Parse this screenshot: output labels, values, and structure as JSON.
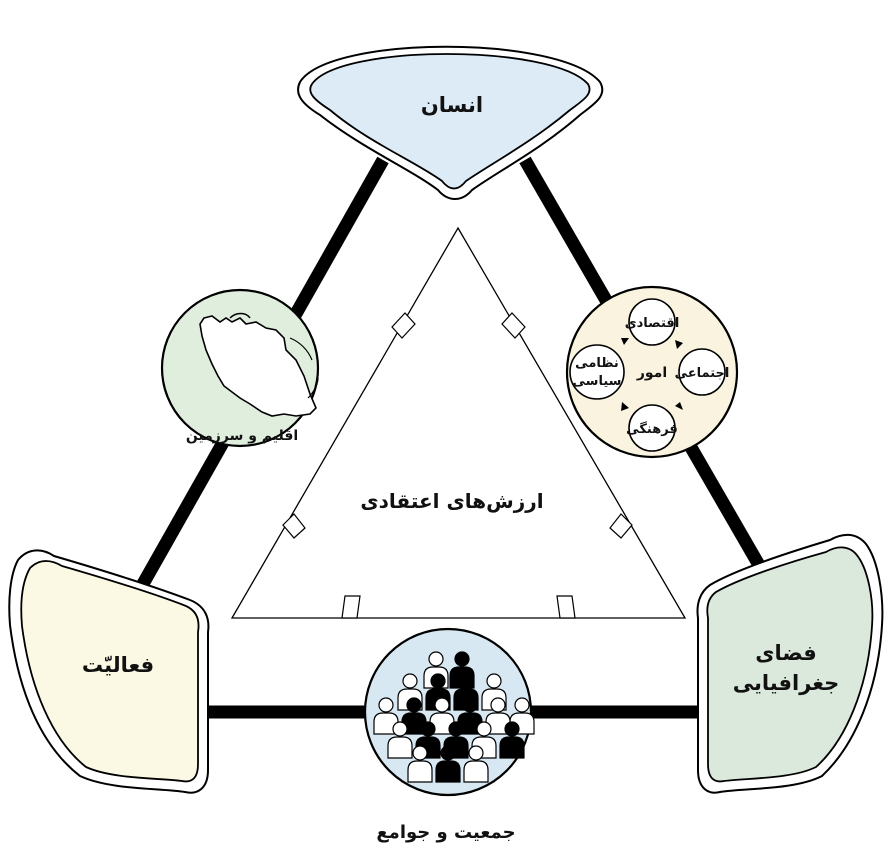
{
  "nodes": {
    "top": "انسان",
    "left": "فعالیّت",
    "right_line1": "فضای",
    "right_line2": "جغرافیایی",
    "center": "ارزش‌های اعتقادی",
    "climate": "اقلیم و سرزمین",
    "population": "جمعیت و جوامع"
  },
  "affairs": {
    "center": "امور",
    "economic": "اقتصادی",
    "social": "اجتماعی",
    "cultural": "فرهنگی",
    "political_line1": "نظامی",
    "political_line2": "سیاسی"
  },
  "colors": {
    "top_fill": "#dcebf6",
    "left_fill": "#fbf8e4",
    "right_fill": "#dbe8dc",
    "map_circle": "#dfeedd",
    "affairs_circle": "#faf3df",
    "people_circle": "#d8e8f3"
  }
}
